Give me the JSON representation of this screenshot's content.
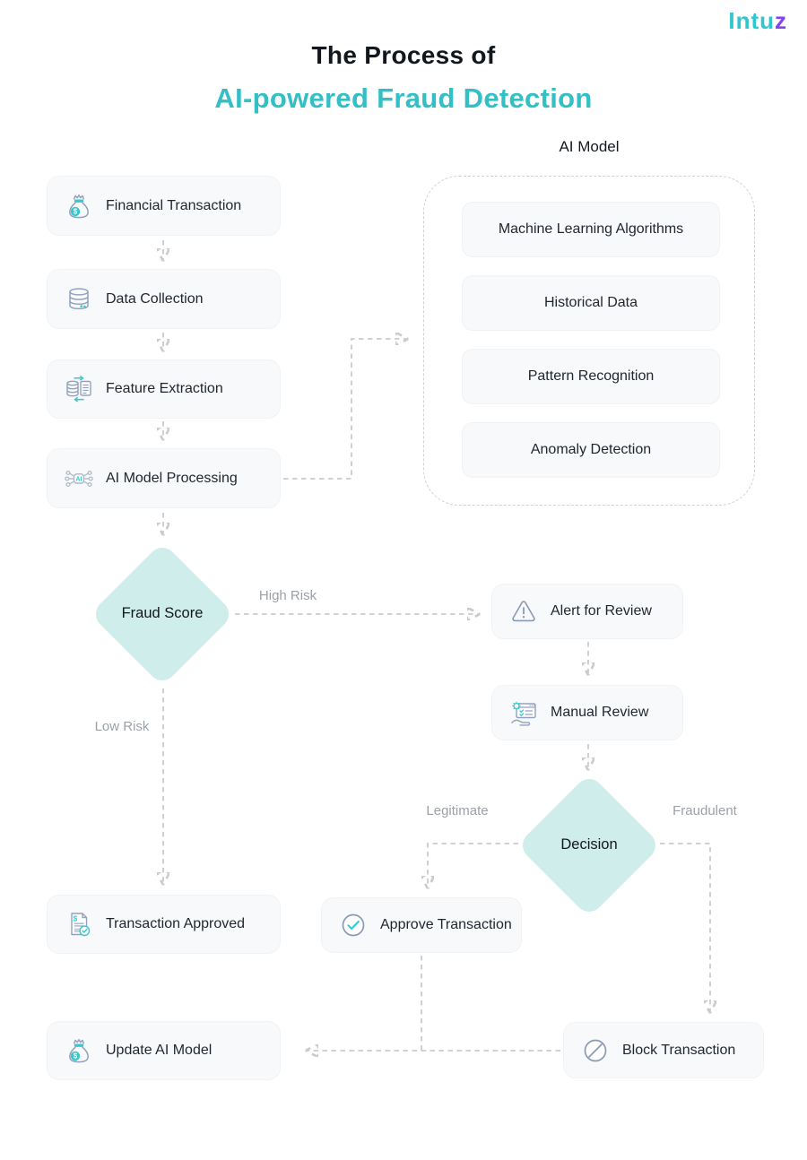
{
  "logo": {
    "text_main": "Intu",
    "text_accent": "z"
  },
  "title": {
    "line1": "The Process of",
    "line2": "AI-powered Fraud Detection"
  },
  "colors": {
    "accent_teal": "#33BFC5",
    "logo_purple": "#8440F2",
    "diamond_fill": "#CFEDEA",
    "box_bg": "#F8F9FB",
    "arrow_gray": "#C9CBCE"
  },
  "ai_model_panel": {
    "label": "AI Model",
    "items": [
      "Machine Learning Algorithms",
      "Historical Data",
      "Pattern Recognition",
      "Anomaly Detection"
    ]
  },
  "nodes": {
    "financial_transaction": {
      "label": "Financial Transaction",
      "icon": "money-bag-icon"
    },
    "data_collection": {
      "label": "Data Collection",
      "icon": "database-icon"
    },
    "feature_extraction": {
      "label": "Feature Extraction",
      "icon": "data-transfer-icon"
    },
    "ai_model_processing": {
      "label": "AI Model Processing",
      "icon": "ai-chip-icon"
    },
    "alert_for_review": {
      "label": "Alert for Review",
      "icon": "warning-triangle-icon"
    },
    "manual_review": {
      "label": "Manual Review",
      "icon": "manual-review-icon"
    },
    "transaction_approved": {
      "label": "Transaction Approved",
      "icon": "document-check-icon"
    },
    "approve_transaction": {
      "label": "Approve Transaction",
      "icon": "check-circle-icon"
    },
    "update_ai_model": {
      "label": "Update AI Model",
      "icon": "money-bag-icon"
    },
    "block_transaction": {
      "label": "Block Transaction",
      "icon": "block-icon"
    }
  },
  "decisions": {
    "fraud_score": "Fraud Score",
    "decision": "Decision"
  },
  "edge_labels": {
    "high_risk": "High Risk",
    "low_risk": "Low Risk",
    "legitimate": "Legitimate",
    "fraudulent": "Fraudulent"
  }
}
